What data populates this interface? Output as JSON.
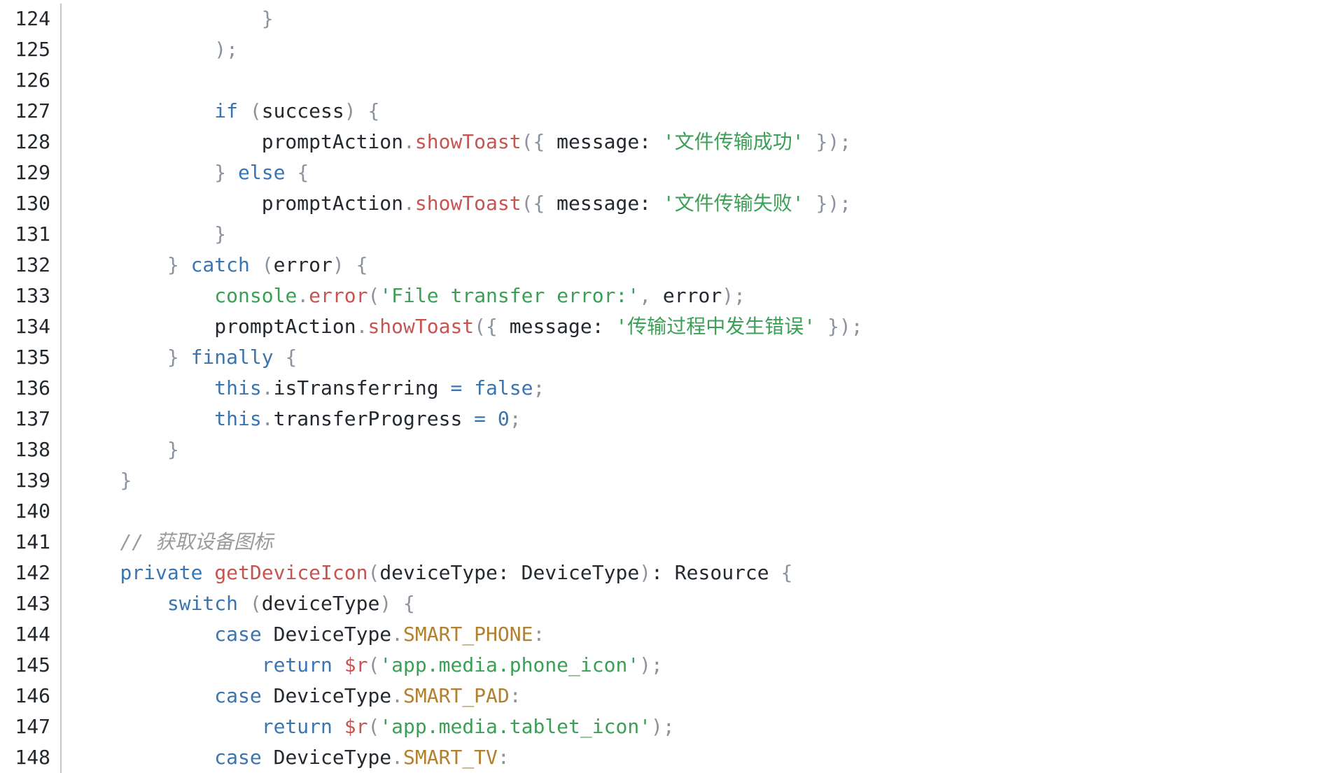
{
  "editor": {
    "background": "#ffffff",
    "syntax_colors": {
      "keyword": "#3875b2",
      "string": "#3ba055",
      "function": "#c75450",
      "constant": "#b3802d",
      "comment": "#9a9a9a",
      "punctuation": "#8b949e",
      "plain": "#24292f",
      "number": "#3875b2",
      "operator": "#3875b2",
      "builtin": "#3ba055",
      "line_number": "#24292f",
      "divider": "#c6c6c6"
    },
    "lines": [
      {
        "number": 124,
        "tokens": [
          [
            "pln",
            "                "
          ],
          [
            "pun",
            "}"
          ]
        ]
      },
      {
        "number": 125,
        "tokens": [
          [
            "pln",
            "            "
          ],
          [
            "pun",
            ");"
          ]
        ]
      },
      {
        "number": 126,
        "tokens": []
      },
      {
        "number": 127,
        "tokens": [
          [
            "pln",
            "            "
          ],
          [
            "kw",
            "if"
          ],
          [
            "pln",
            " "
          ],
          [
            "pun",
            "("
          ],
          [
            "pln",
            "success"
          ],
          [
            "pun",
            ")"
          ],
          [
            "pln",
            " "
          ],
          [
            "pun",
            "{"
          ]
        ]
      },
      {
        "number": 128,
        "tokens": [
          [
            "pln",
            "                promptAction"
          ],
          [
            "pun",
            "."
          ],
          [
            "fn",
            "showToast"
          ],
          [
            "pun",
            "({"
          ],
          [
            "pln",
            " message: "
          ],
          [
            "str",
            "'文件传输成功'"
          ],
          [
            "pln",
            " "
          ],
          [
            "pun",
            "});"
          ]
        ]
      },
      {
        "number": 129,
        "tokens": [
          [
            "pln",
            "            "
          ],
          [
            "pun",
            "}"
          ],
          [
            "pln",
            " "
          ],
          [
            "kw",
            "else"
          ],
          [
            "pln",
            " "
          ],
          [
            "pun",
            "{"
          ]
        ]
      },
      {
        "number": 130,
        "tokens": [
          [
            "pln",
            "                promptAction"
          ],
          [
            "pun",
            "."
          ],
          [
            "fn",
            "showToast"
          ],
          [
            "pun",
            "({"
          ],
          [
            "pln",
            " message: "
          ],
          [
            "str",
            "'文件传输失败'"
          ],
          [
            "pln",
            " "
          ],
          [
            "pun",
            "});"
          ]
        ]
      },
      {
        "number": 131,
        "tokens": [
          [
            "pln",
            "            "
          ],
          [
            "pun",
            "}"
          ]
        ]
      },
      {
        "number": 132,
        "tokens": [
          [
            "pln",
            "        "
          ],
          [
            "pun",
            "}"
          ],
          [
            "pln",
            " "
          ],
          [
            "kw",
            "catch"
          ],
          [
            "pln",
            " "
          ],
          [
            "pun",
            "("
          ],
          [
            "pln",
            "error"
          ],
          [
            "pun",
            ")"
          ],
          [
            "pln",
            " "
          ],
          [
            "pun",
            "{"
          ]
        ]
      },
      {
        "number": 133,
        "tokens": [
          [
            "pln",
            "            "
          ],
          [
            "builtin",
            "console"
          ],
          [
            "pun",
            "."
          ],
          [
            "fn",
            "error"
          ],
          [
            "pun",
            "("
          ],
          [
            "str",
            "'File transfer error:'"
          ],
          [
            "pun",
            ","
          ],
          [
            "pln",
            " error"
          ],
          [
            "pun",
            ");"
          ]
        ]
      },
      {
        "number": 134,
        "tokens": [
          [
            "pln",
            "            promptAction"
          ],
          [
            "pun",
            "."
          ],
          [
            "fn",
            "showToast"
          ],
          [
            "pun",
            "({"
          ],
          [
            "pln",
            " message: "
          ],
          [
            "str",
            "'传输过程中发生错误'"
          ],
          [
            "pln",
            " "
          ],
          [
            "pun",
            "});"
          ]
        ]
      },
      {
        "number": 135,
        "tokens": [
          [
            "pln",
            "        "
          ],
          [
            "pun",
            "}"
          ],
          [
            "pln",
            " "
          ],
          [
            "kw",
            "finally"
          ],
          [
            "pln",
            " "
          ],
          [
            "pun",
            "{"
          ]
        ]
      },
      {
        "number": 136,
        "tokens": [
          [
            "pln",
            "            "
          ],
          [
            "kw",
            "this"
          ],
          [
            "pun",
            "."
          ],
          [
            "pln",
            "isTransferring "
          ],
          [
            "op",
            "="
          ],
          [
            "pln",
            " "
          ],
          [
            "kw",
            "false"
          ],
          [
            "pun",
            ";"
          ]
        ]
      },
      {
        "number": 137,
        "tokens": [
          [
            "pln",
            "            "
          ],
          [
            "kw",
            "this"
          ],
          [
            "pun",
            "."
          ],
          [
            "pln",
            "transferProgress "
          ],
          [
            "op",
            "="
          ],
          [
            "pln",
            " "
          ],
          [
            "num",
            "0"
          ],
          [
            "pun",
            ";"
          ]
        ]
      },
      {
        "number": 138,
        "tokens": [
          [
            "pln",
            "        "
          ],
          [
            "pun",
            "}"
          ]
        ]
      },
      {
        "number": 139,
        "tokens": [
          [
            "pln",
            "    "
          ],
          [
            "pun",
            "}"
          ]
        ]
      },
      {
        "number": 140,
        "tokens": []
      },
      {
        "number": 141,
        "tokens": [
          [
            "pln",
            "    "
          ],
          [
            "cmt",
            "// 获取设备图标"
          ]
        ]
      },
      {
        "number": 142,
        "tokens": [
          [
            "pln",
            "    "
          ],
          [
            "kw",
            "private"
          ],
          [
            "pln",
            " "
          ],
          [
            "fn",
            "getDeviceIcon"
          ],
          [
            "pun",
            "("
          ],
          [
            "pln",
            "deviceType: DeviceType"
          ],
          [
            "pun",
            ")"
          ],
          [
            "pln",
            ": Resource "
          ],
          [
            "pun",
            "{"
          ]
        ]
      },
      {
        "number": 143,
        "tokens": [
          [
            "pln",
            "        "
          ],
          [
            "kw",
            "switch"
          ],
          [
            "pln",
            " "
          ],
          [
            "pun",
            "("
          ],
          [
            "pln",
            "deviceType"
          ],
          [
            "pun",
            ")"
          ],
          [
            "pln",
            " "
          ],
          [
            "pun",
            "{"
          ]
        ]
      },
      {
        "number": 144,
        "tokens": [
          [
            "pln",
            "            "
          ],
          [
            "kw",
            "case"
          ],
          [
            "pln",
            " DeviceType"
          ],
          [
            "pun",
            "."
          ],
          [
            "const",
            "SMART_PHONE"
          ],
          [
            "pun",
            ":"
          ]
        ]
      },
      {
        "number": 145,
        "tokens": [
          [
            "pln",
            "                "
          ],
          [
            "kw",
            "return"
          ],
          [
            "pln",
            " "
          ],
          [
            "fn",
            "$r"
          ],
          [
            "pun",
            "("
          ],
          [
            "str",
            "'app.media.phone_icon'"
          ],
          [
            "pun",
            ");"
          ]
        ]
      },
      {
        "number": 146,
        "tokens": [
          [
            "pln",
            "            "
          ],
          [
            "kw",
            "case"
          ],
          [
            "pln",
            " DeviceType"
          ],
          [
            "pun",
            "."
          ],
          [
            "const",
            "SMART_PAD"
          ],
          [
            "pun",
            ":"
          ]
        ]
      },
      {
        "number": 147,
        "tokens": [
          [
            "pln",
            "                "
          ],
          [
            "kw",
            "return"
          ],
          [
            "pln",
            " "
          ],
          [
            "fn",
            "$r"
          ],
          [
            "pun",
            "("
          ],
          [
            "str",
            "'app.media.tablet_icon'"
          ],
          [
            "pun",
            ");"
          ]
        ]
      },
      {
        "number": 148,
        "tokens": [
          [
            "pln",
            "            "
          ],
          [
            "kw",
            "case"
          ],
          [
            "pln",
            " DeviceType"
          ],
          [
            "pun",
            "."
          ],
          [
            "const",
            "SMART_TV"
          ],
          [
            "pun",
            ":"
          ]
        ]
      }
    ]
  }
}
